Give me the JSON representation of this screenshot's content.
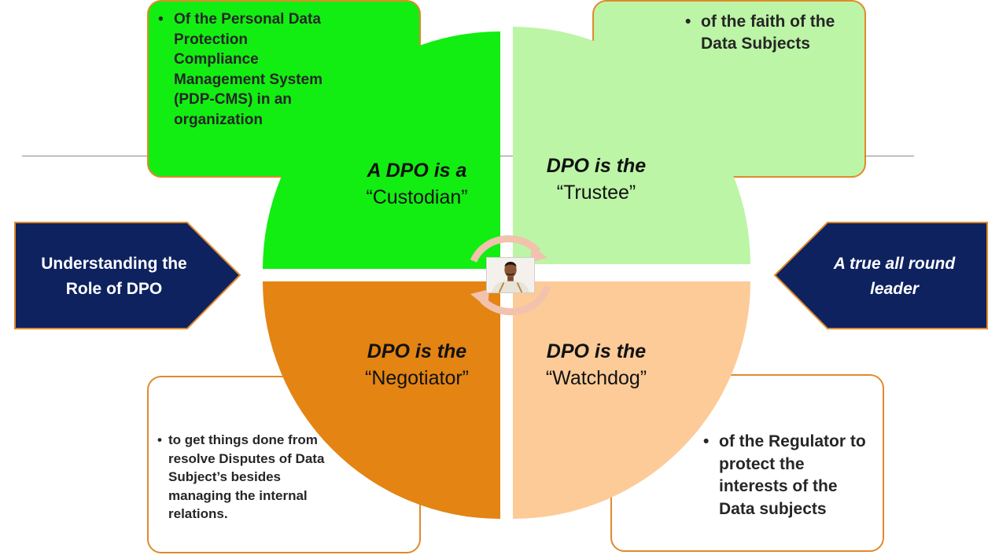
{
  "left_arrow": {
    "line1": "Understanding the",
    "line2": "Role of DPO"
  },
  "right_arrow": {
    "line1": "A true all round",
    "line2": "leader"
  },
  "quadrants": {
    "top_left": {
      "line1": "A DPO is a",
      "line2": "“Custodian”"
    },
    "top_right": {
      "line1": "DPO  is the",
      "line2": "“Trustee”"
    },
    "bottom_left": {
      "line1": "DPO is the",
      "line2": "“Negotiator”"
    },
    "bottom_right": {
      "line1": "DPO is the",
      "line2": "“Watchdog”"
    }
  },
  "boxes": {
    "top_left": "Of the Personal Data Protection Compliance Management System (PDP-CMS) in an organization",
    "top_right": "of the faith of the Data Subjects",
    "bottom_left": "to get things done from  resolve Disputes of Data Subject’s besides managing the internal relations.",
    "bottom_right": "of the Regulator to protect the interests of the Data subjects"
  },
  "colors": {
    "green": "#12ee12",
    "light_green": "#bcf5a6",
    "orange": "#e38413",
    "peach": "#fdcb98",
    "navy": "#0e2260",
    "box_border": "#e08a2a",
    "cycle_arrow": "#f2c2ad"
  }
}
